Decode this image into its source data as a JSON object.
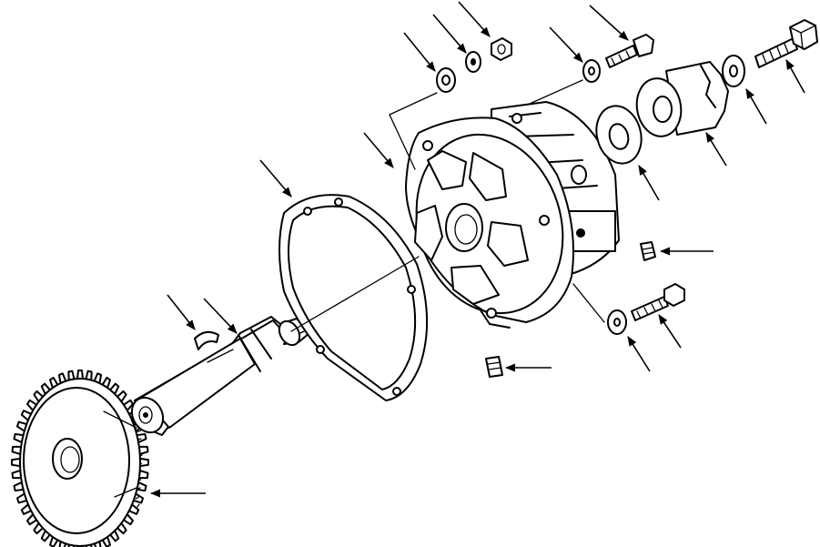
{
  "diagram": {
    "kind": "exploded-parts-view",
    "callout_labels": [],
    "parts": [
      "drive-gear",
      "woodruff-key",
      "pump-shaft",
      "cover-gasket",
      "pump-housing",
      "housing-plug",
      "drain-plug",
      "thrust-washer",
      "bushing",
      "lock-washer",
      "hex-bolt-long",
      "washer-top",
      "cap-screw-top",
      "flat-washer-left",
      "lock-washer-left",
      "hex-nut-left",
      "washer-lower",
      "cap-screw-lower"
    ]
  }
}
